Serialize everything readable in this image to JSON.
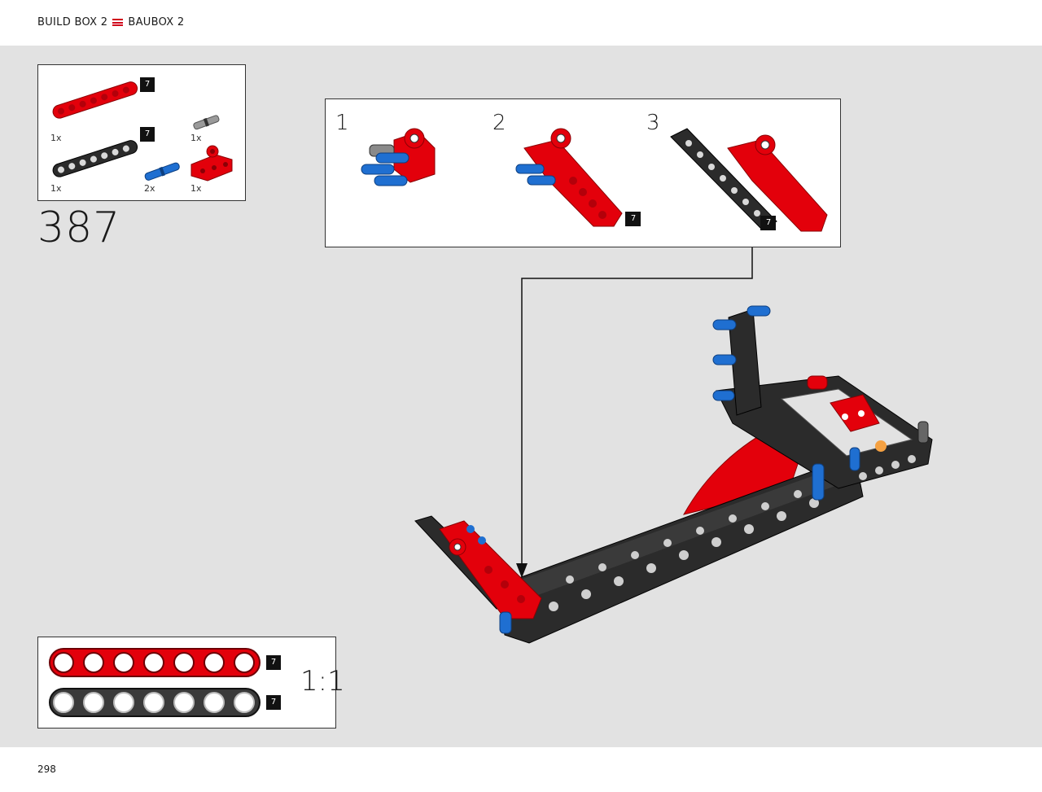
{
  "header": {
    "title_left": "BUILD BOX 2",
    "title_right": "BAUBOX 2"
  },
  "step": {
    "number": "387"
  },
  "parts_list": [
    {
      "name": "red beam 7",
      "qty": "1x",
      "tag": "7",
      "color": "#e3000b"
    },
    {
      "name": "black beam 7",
      "qty": "1x",
      "tag": "7",
      "color": "#2b2b2b"
    },
    {
      "name": "grey axle pin",
      "qty": "1x",
      "color": "#8a8a8a"
    },
    {
      "name": "blue pin",
      "qty": "2x",
      "color": "#1f6fd1"
    },
    {
      "name": "red connector",
      "qty": "1x",
      "color": "#e3000b"
    }
  ],
  "sub_steps": [
    {
      "label": "1"
    },
    {
      "label": "2",
      "tag": "7"
    },
    {
      "label": "3",
      "tag": "7"
    }
  ],
  "scale_guide": {
    "label": "1:1",
    "red_tag": "7",
    "black_tag": "7"
  },
  "colors": {
    "red": "#e3000b",
    "black": "#2b2b2b",
    "blue": "#1f6fd1",
    "grey_bg": "#e2e2e2",
    "accent": "#d0021b"
  },
  "footer": {
    "page_number": "298"
  }
}
